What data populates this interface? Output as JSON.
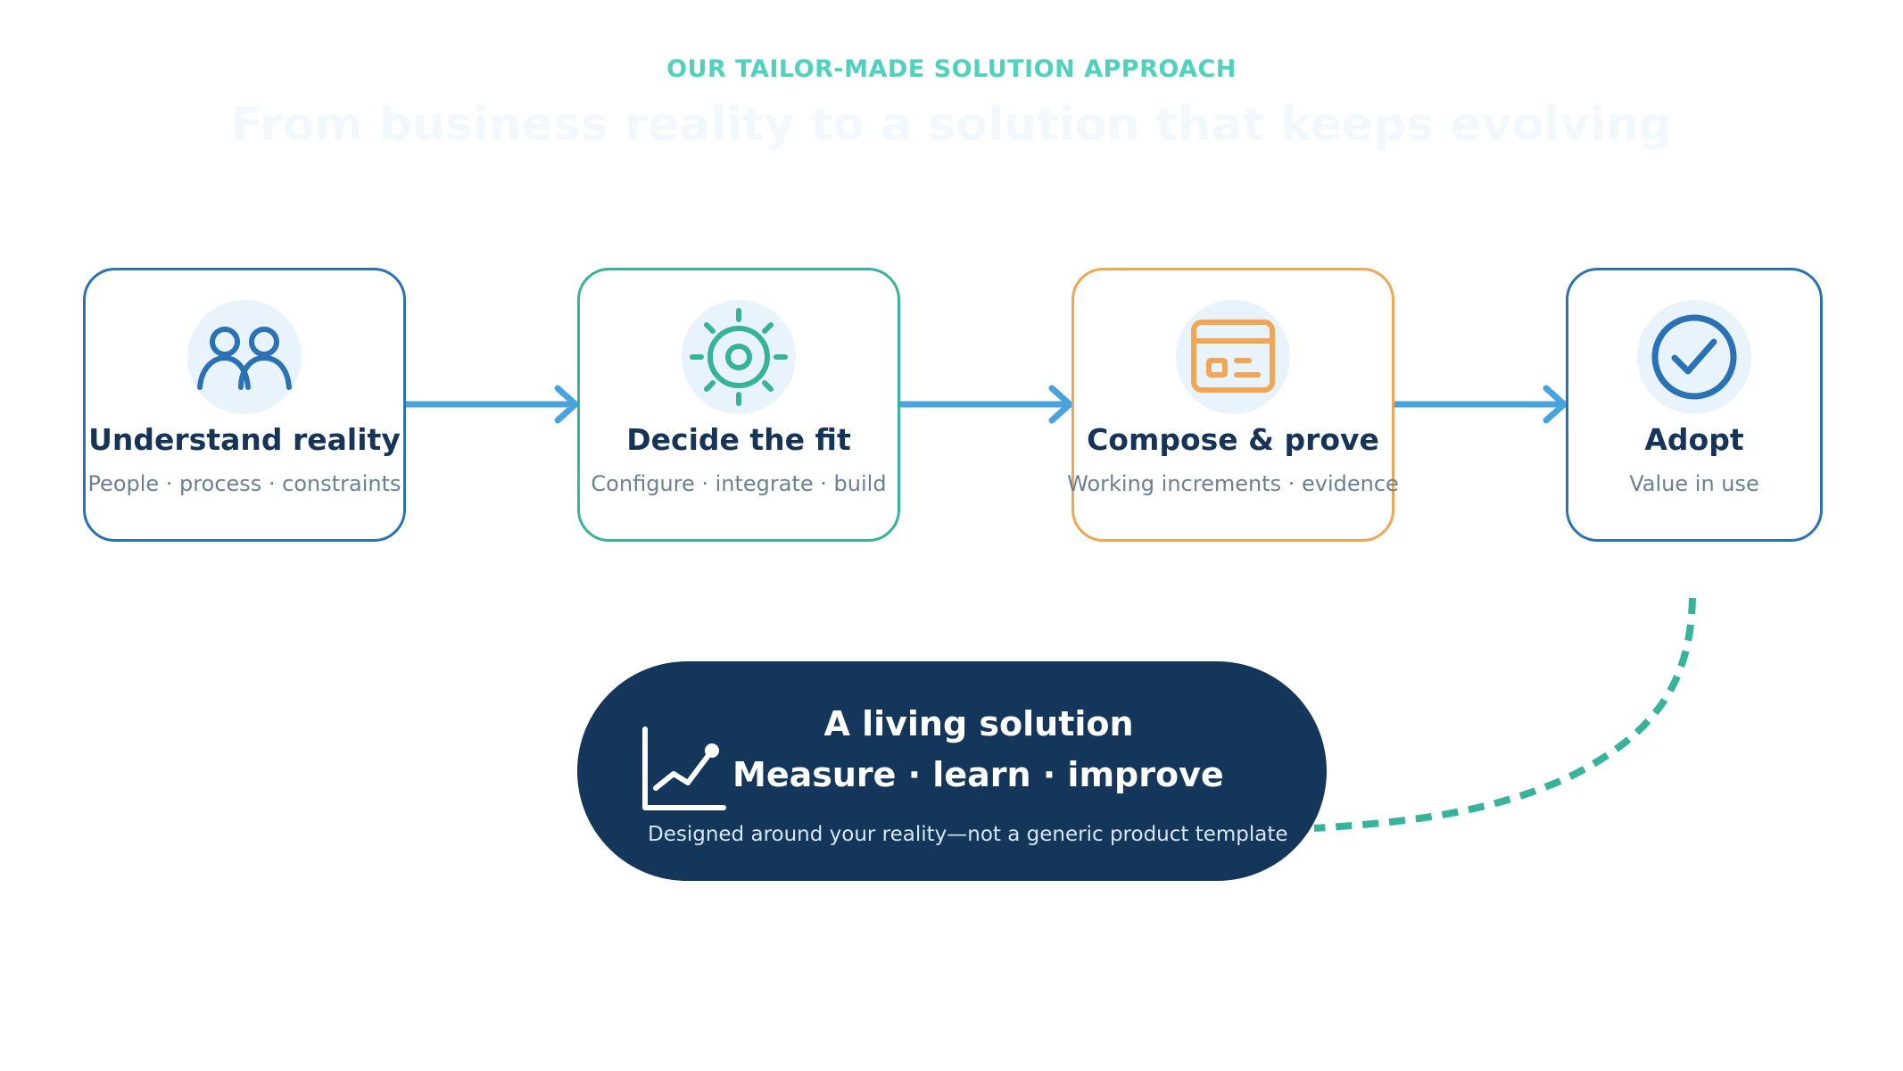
{
  "header": {
    "eyebrow": "OUR TAILOR-MADE SOLUTION APPROACH",
    "headline": "From business reality to a solution that keeps evolving"
  },
  "steps": [
    {
      "title": "Understand reality",
      "subtitle": "People · process · constraints",
      "icon": "people-icon",
      "color": "#2a72b5"
    },
    {
      "title": "Decide the fit",
      "subtitle": "Configure · integrate · build",
      "icon": "gear-icon",
      "color": "#36b39a"
    },
    {
      "title": "Compose & prove",
      "subtitle": "Working increments · evidence",
      "icon": "layout-window-icon",
      "color": "#f0a652"
    },
    {
      "title": "Adopt",
      "subtitle": "Value in use",
      "icon": "check-circle-icon",
      "color": "#2a72b5"
    }
  ],
  "loop": {
    "title": "A living solution",
    "subtitle": "Measure · learn · improve",
    "caption": "Designed around your reality—not a generic product template",
    "icon": "trend-chart-icon"
  },
  "colors": {
    "arrow": "#4aa3dc",
    "loop_arrow": "#36b39a",
    "pill_bg": "#14365b",
    "title_text": "#163457",
    "eyebrow": "#4fd1bd"
  }
}
